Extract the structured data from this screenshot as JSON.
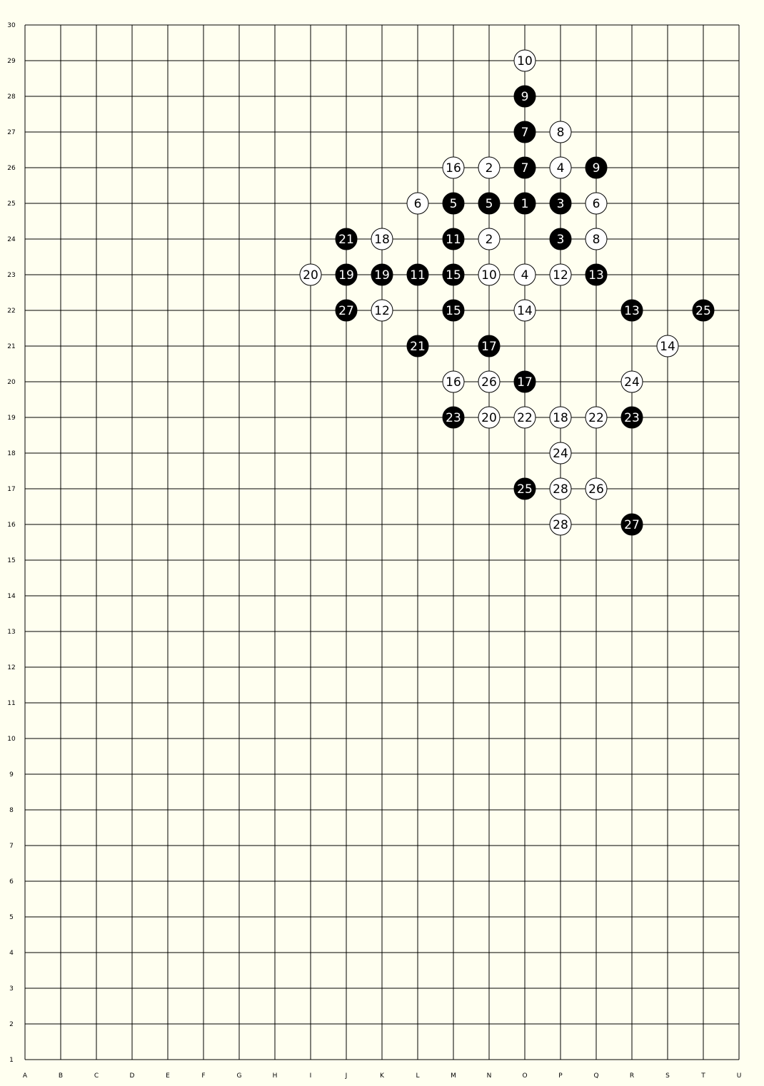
{
  "board": {
    "background": "#fffff0",
    "columns": [
      "A",
      "B",
      "C",
      "D",
      "E",
      "F",
      "G",
      "H",
      "I",
      "J",
      "K",
      "L",
      "M",
      "N",
      "O",
      "P",
      "Q",
      "R",
      "S",
      "T",
      "U"
    ],
    "rows": [
      "30",
      "29",
      "28",
      "27",
      "26",
      "25",
      "24",
      "23",
      "22",
      "21",
      "20",
      "19",
      "18",
      "17",
      "16",
      "15",
      "14",
      "13",
      "12",
      "11",
      "10",
      "9",
      "8",
      "7",
      "6",
      "5",
      "4",
      "3",
      "2",
      "1"
    ]
  },
  "stones": [
    {
      "col": "O",
      "row": 29,
      "color": "white",
      "number": "10"
    },
    {
      "col": "O",
      "row": 28,
      "color": "black",
      "number": "9"
    },
    {
      "col": "O",
      "row": 27,
      "color": "black",
      "number": "7"
    },
    {
      "col": "P",
      "row": 27,
      "color": "white",
      "number": "8"
    },
    {
      "col": "M",
      "row": 26,
      "color": "white",
      "number": "16"
    },
    {
      "col": "N",
      "row": 26,
      "color": "white",
      "number": "2"
    },
    {
      "col": "O",
      "row": 26,
      "color": "black",
      "number": "7"
    },
    {
      "col": "P",
      "row": 26,
      "color": "white",
      "number": "4"
    },
    {
      "col": "Q",
      "row": 26,
      "color": "black",
      "number": "9"
    },
    {
      "col": "L",
      "row": 25,
      "color": "white",
      "number": "6"
    },
    {
      "col": "M",
      "row": 25,
      "color": "black",
      "number": "5"
    },
    {
      "col": "N",
      "row": 25,
      "color": "black",
      "number": "5"
    },
    {
      "col": "O",
      "row": 25,
      "color": "black",
      "number": "1"
    },
    {
      "col": "P",
      "row": 25,
      "color": "black",
      "number": "3"
    },
    {
      "col": "Q",
      "row": 25,
      "color": "white",
      "number": "6"
    },
    {
      "col": "J",
      "row": 24,
      "color": "black",
      "number": "21"
    },
    {
      "col": "K",
      "row": 24,
      "color": "white",
      "number": "18"
    },
    {
      "col": "M",
      "row": 24,
      "color": "black",
      "number": "11"
    },
    {
      "col": "N",
      "row": 24,
      "color": "white",
      "number": "2"
    },
    {
      "col": "P",
      "row": 24,
      "color": "black",
      "number": "3"
    },
    {
      "col": "Q",
      "row": 24,
      "color": "white",
      "number": "8"
    },
    {
      "col": "I",
      "row": 23,
      "color": "white",
      "number": "20"
    },
    {
      "col": "J",
      "row": 23,
      "color": "black",
      "number": "19"
    },
    {
      "col": "K",
      "row": 23,
      "color": "black",
      "number": "19"
    },
    {
      "col": "L",
      "row": 23,
      "color": "black",
      "number": "11"
    },
    {
      "col": "M",
      "row": 23,
      "color": "black",
      "number": "15"
    },
    {
      "col": "N",
      "row": 23,
      "color": "white",
      "number": "10"
    },
    {
      "col": "O",
      "row": 23,
      "color": "white",
      "number": "4"
    },
    {
      "col": "P",
      "row": 23,
      "color": "white",
      "number": "12"
    },
    {
      "col": "Q",
      "row": 23,
      "color": "black",
      "number": "13"
    },
    {
      "col": "J",
      "row": 22,
      "color": "black",
      "number": "27"
    },
    {
      "col": "K",
      "row": 22,
      "color": "white",
      "number": "12"
    },
    {
      "col": "M",
      "row": 22,
      "color": "black",
      "number": "15"
    },
    {
      "col": "O",
      "row": 22,
      "color": "white",
      "number": "14"
    },
    {
      "col": "R",
      "row": 22,
      "color": "black",
      "number": "13"
    },
    {
      "col": "T",
      "row": 22,
      "color": "black",
      "number": "25"
    },
    {
      "col": "L",
      "row": 21,
      "color": "black",
      "number": "21"
    },
    {
      "col": "N",
      "row": 21,
      "color": "black",
      "number": "17"
    },
    {
      "col": "S",
      "row": 21,
      "color": "white",
      "number": "14"
    },
    {
      "col": "M",
      "row": 20,
      "color": "white",
      "number": "16"
    },
    {
      "col": "N",
      "row": 20,
      "color": "white",
      "number": "26"
    },
    {
      "col": "O",
      "row": 20,
      "color": "black",
      "number": "17"
    },
    {
      "col": "R",
      "row": 20,
      "color": "white",
      "number": "24"
    },
    {
      "col": "M",
      "row": 19,
      "color": "black",
      "number": "23"
    },
    {
      "col": "N",
      "row": 19,
      "color": "white",
      "number": "20"
    },
    {
      "col": "O",
      "row": 19,
      "color": "white",
      "number": "22"
    },
    {
      "col": "P",
      "row": 19,
      "color": "white",
      "number": "18"
    },
    {
      "col": "Q",
      "row": 19,
      "color": "white",
      "number": "22"
    },
    {
      "col": "R",
      "row": 19,
      "color": "black",
      "number": "23"
    },
    {
      "col": "P",
      "row": 18,
      "color": "white",
      "number": "24"
    },
    {
      "col": "O",
      "row": 17,
      "color": "black",
      "number": "25"
    },
    {
      "col": "P",
      "row": 17,
      "color": "white",
      "number": "28"
    },
    {
      "col": "Q",
      "row": 17,
      "color": "white",
      "number": "26"
    },
    {
      "col": "P",
      "row": 16,
      "color": "white",
      "number": "28"
    },
    {
      "col": "R",
      "row": 16,
      "color": "black",
      "number": "27"
    }
  ]
}
